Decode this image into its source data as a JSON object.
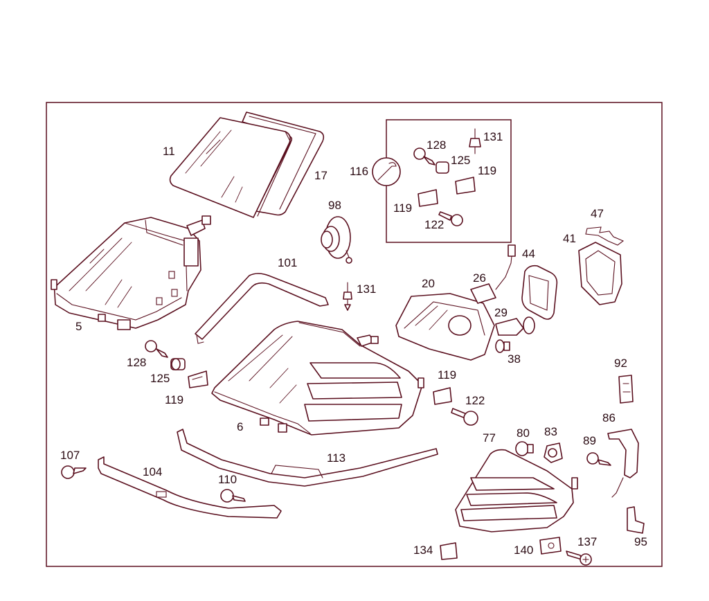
{
  "callouts": {
    "c11": "11",
    "c17": "17",
    "c5": "5",
    "c98": "98",
    "c101": "101",
    "c131a": "131",
    "c128a": "128",
    "c125a": "125",
    "c119a": "119",
    "c6": "6",
    "c116": "116",
    "c128b": "128",
    "c131b": "131",
    "c125b": "125",
    "c119b": "119",
    "c119c": "119",
    "c122a": "122",
    "c47": "47",
    "c41": "41",
    "c44": "44",
    "c26": "26",
    "c20": "20",
    "c29": "29",
    "c38": "38",
    "c92": "92",
    "c119d": "119",
    "c122b": "122",
    "c86": "86",
    "c89": "89",
    "c107": "107",
    "c104": "104",
    "c110": "110",
    "c113": "113",
    "c77": "77",
    "c80": "80",
    "c83": "83",
    "c134": "134",
    "c140": "140",
    "c137": "137",
    "c95": "95"
  },
  "colors": {
    "line": "#5a0f1e",
    "text": "#2a0a12",
    "background": "#ffffff"
  }
}
